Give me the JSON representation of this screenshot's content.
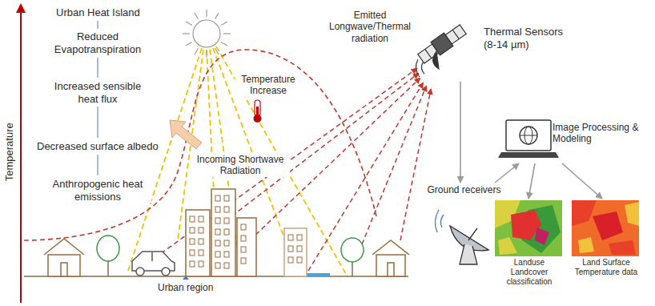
{
  "diagram": {
    "nodes": [
      {
        "text": [
          "Thermal Sensors (8-14 µm)"
        ]
      },
      {
        "text": [
          "Ground receivers"
        ]
      },
      {
        "text": [
          "Image Processing & Modeling"
        ]
      },
      {
        "text": [
          "Landuse Landcover classification"
        ]
      },
      {
        "text": [
          "Land Surface Temperature data"
        ]
      }
    ],
    "edges": [
      {
        "from": 0,
        "to": 1,
        "arrow": "to"
      },
      {
        "from": 1,
        "to": 2,
        "arrow": "to"
      },
      {
        "from": 2,
        "to": 3,
        "arrow": "to"
      },
      {
        "from": 2,
        "to": 4,
        "arrow": "to"
      }
    ],
    "labels": [
      "Temperature",
      "Urban Heat Island",
      "Reduced Evapotranspiration",
      "Increased sensible heat flux",
      "Decreased surface albedo",
      "Anthropogenic heat emissions",
      "Temperature Increase",
      "Emitted Longwave/Thermal radiation",
      "Incoming Shortwave Radiation",
      "Urban region"
    ]
  }
}
